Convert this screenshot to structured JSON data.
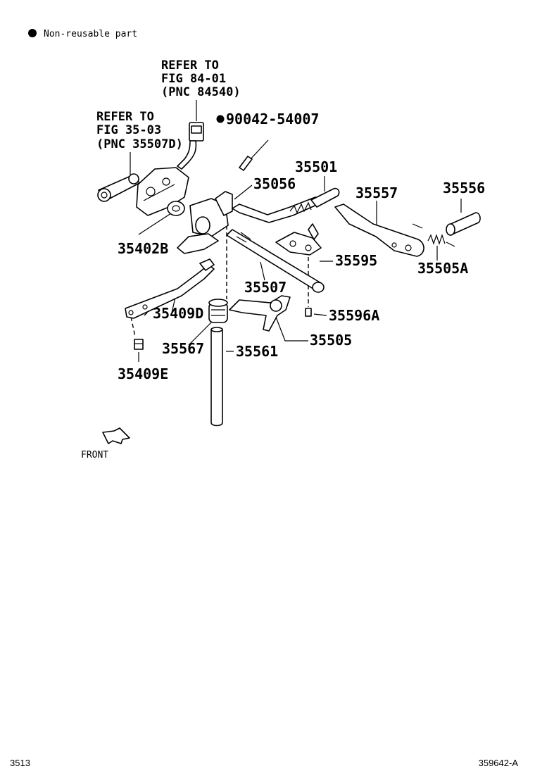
{
  "legend": {
    "text": "Non-reusable part"
  },
  "refs": {
    "fig84": [
      "REFER TO",
      "FIG 84-01",
      "(PNC 84540)"
    ],
    "fig35": [
      "REFER TO",
      "FIG 35-03",
      "(PNC 35507D)"
    ]
  },
  "parts": {
    "p90042": "90042-54007",
    "p35501": "35501",
    "p35056": "35056",
    "p35557": "35557",
    "p35556": "35556",
    "p35402B": "35402B",
    "p35595": "35595",
    "p35505A": "35505A",
    "p35507": "35507",
    "p35409D": "35409D",
    "p35596A": "35596A",
    "p35567": "35567",
    "p35505": "35505",
    "p35561": "35561",
    "p35409E": "35409E"
  },
  "front": "FRONT",
  "footer": {
    "left": "3513",
    "right": "359642-A"
  }
}
